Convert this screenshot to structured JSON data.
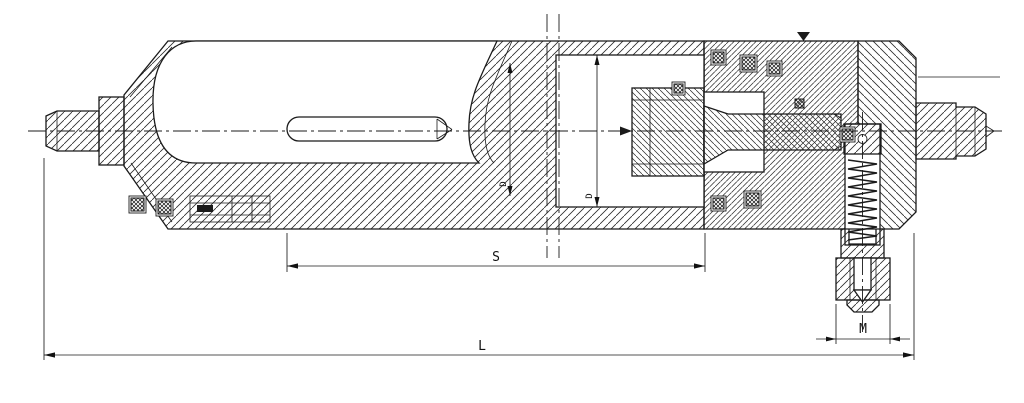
{
  "drawing": {
    "background_color": "#ffffff",
    "line_color": "#1b1b1b",
    "dimensions": {
      "s_label": "S",
      "l_label": "L",
      "m_label": "M",
      "bore_dim_left_label": "D",
      "bore_dim_right_label": "D"
    }
  }
}
